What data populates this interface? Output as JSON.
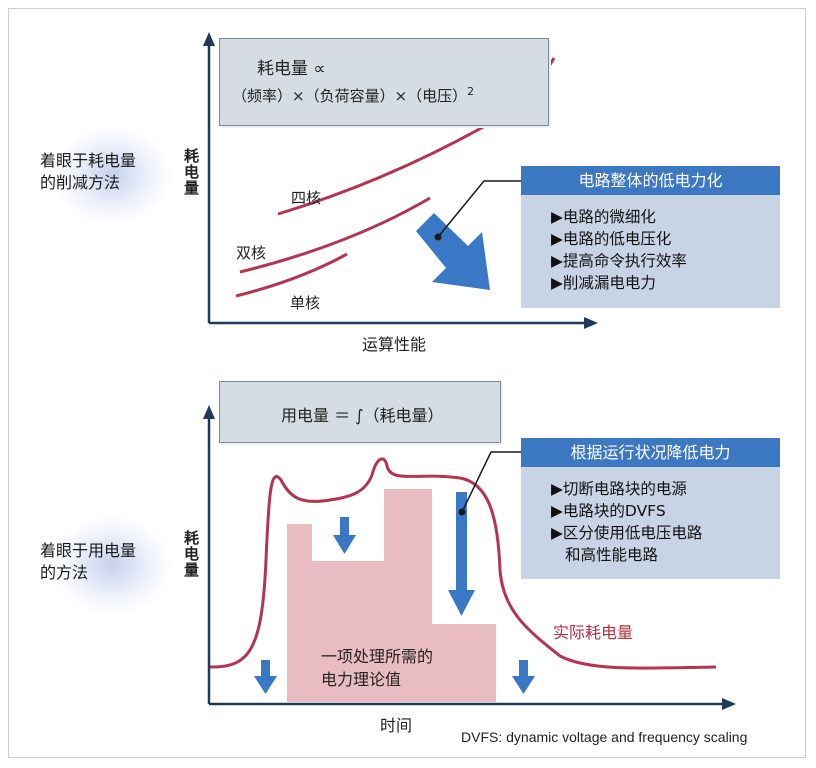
{
  "top": {
    "side_label": "着眼于耗电量\n的削减方法",
    "y_axis_label": "耗电量",
    "x_axis_label": "运算性能",
    "formula_line1": "耗电量 ∝",
    "formula_line2": "（频率）×（负荷容量）×（电压）",
    "formula_superscript": "2",
    "curves": {
      "quad": "四核",
      "dual": "双核",
      "single": "单核"
    },
    "info": {
      "title": "电路整体的低电力化",
      "items": [
        "▶电路的微细化",
        "▶电路的低电压化",
        "▶提高命令执行效率",
        "▶削减漏电电力"
      ]
    }
  },
  "bottom": {
    "side_label": "着眼于用电量\n的方法",
    "y_axis_label": "耗电量",
    "x_axis_label": "时间",
    "formula": "用电量 ＝ ∫（耗电量）",
    "actual_label": "实际耗电量",
    "theory_line1": "一项处理所需的",
    "theory_line2": "电力理论值",
    "info": {
      "title": "根据运行状况降低电力",
      "items": [
        "▶切断电路块的电源",
        "▶电路块的DVFS",
        "▶区分使用低电压电路",
        "和高性能电路"
      ]
    }
  },
  "footnote": "DVFS: dynamic voltage and frequency scaling",
  "colors": {
    "curve": "#b23650",
    "arrow": "#3a78c5",
    "pink": "#e9bcc1",
    "box_fill": "#d5dce3",
    "info_fill": "#c9d3e6",
    "info_head": "#3d78c3"
  }
}
